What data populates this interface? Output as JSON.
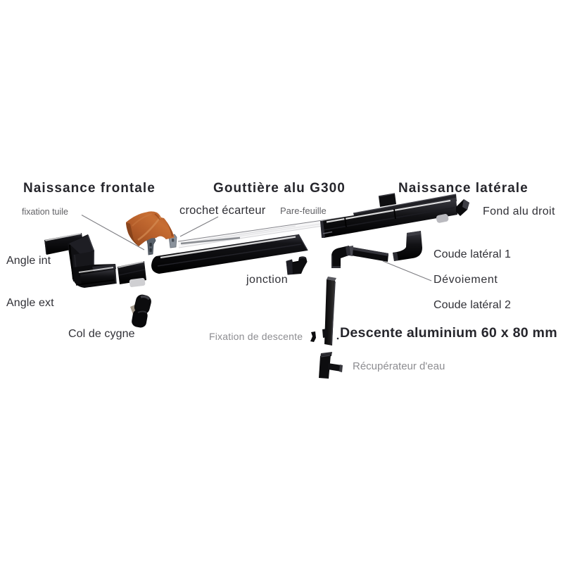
{
  "page": {
    "type": "product-diagram",
    "background": "#ffffff"
  },
  "colors": {
    "bg": "#ffffff",
    "text_dark": "#26262c",
    "text_label": "#303036",
    "text_gray": "#616165",
    "text_gray_light": "#8d8d91",
    "part_black": "#0b0b0d",
    "part_highlight": "#ffffff",
    "terracotta": "#b45c2b",
    "metal": "#9ba1a9",
    "strip_white": "#f4f4f4",
    "leader_line": "#7d7d82"
  },
  "diagram": {
    "headings": {
      "naissance_frontale": "Naissance frontale",
      "gouttiere": "Gouttière alu G300",
      "naissance_laterale": "Naissance latérale",
      "descente": "Descente aluminium 60 x 80 mm"
    },
    "labels": {
      "fixation_tuile": "fixation tuile",
      "crochet_ecarteur": "crochet écarteur",
      "pare_feuille": "Pare-feuille",
      "fond_alu_droit": "Fond alu droit",
      "angle_int": "Angle int",
      "angle_ext": "Angle ext",
      "col_de_cygne": "Col de cygne",
      "jonction": "jonction",
      "coude_lateral_1": "Coude latéral 1",
      "devoiement": "Dévoiement",
      "coude_lateral_2": "Coude latéral 2",
      "fixation_descente": "Fixation de descente",
      "recuperateur_eau": "Récupérateur d'eau"
    },
    "parts": [
      "angle-assembly",
      "tile-clamp",
      "spacer-hook",
      "leaf-guard-strip",
      "gutter-left-section",
      "gutter-right-section",
      "end-cap",
      "junction-bracket",
      "swan-neck",
      "lateral-elbow-1",
      "offset-pipe",
      "lateral-elbow-2",
      "downpipe",
      "downpipe-clamp",
      "water-collector"
    ]
  }
}
